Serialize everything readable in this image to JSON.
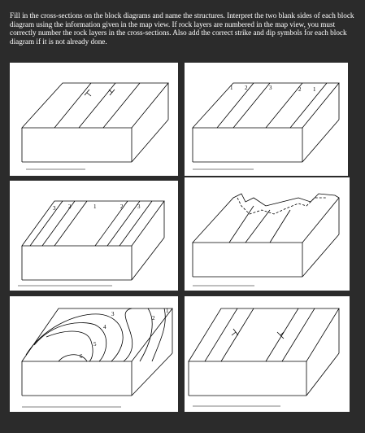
{
  "header_fragment": "- - - - - - -",
  "instructions": "Fill in the cross-sections on the block diagrams and name the structures.  Interpret the two blank sides of each block diagram using the information given in the map view.  If rock layers are numbered in the map view, you must correctly number the rock layers in the cross-sections. Also add the correct strike and dip symbols for each block diagram if it is not already done.",
  "panels": [
    {
      "id": "p1",
      "labels": []
    },
    {
      "id": "p2",
      "labels": [
        "1",
        "2",
        "3",
        "2",
        "1"
      ]
    },
    {
      "id": "p3",
      "labels": [
        "3",
        "2",
        "1",
        "2",
        "3"
      ]
    },
    {
      "id": "p4",
      "labels": []
    },
    {
      "id": "p5",
      "labels": [
        "1",
        "2",
        "3",
        "4",
        "5",
        "6"
      ]
    },
    {
      "id": "p6",
      "labels": []
    }
  ]
}
